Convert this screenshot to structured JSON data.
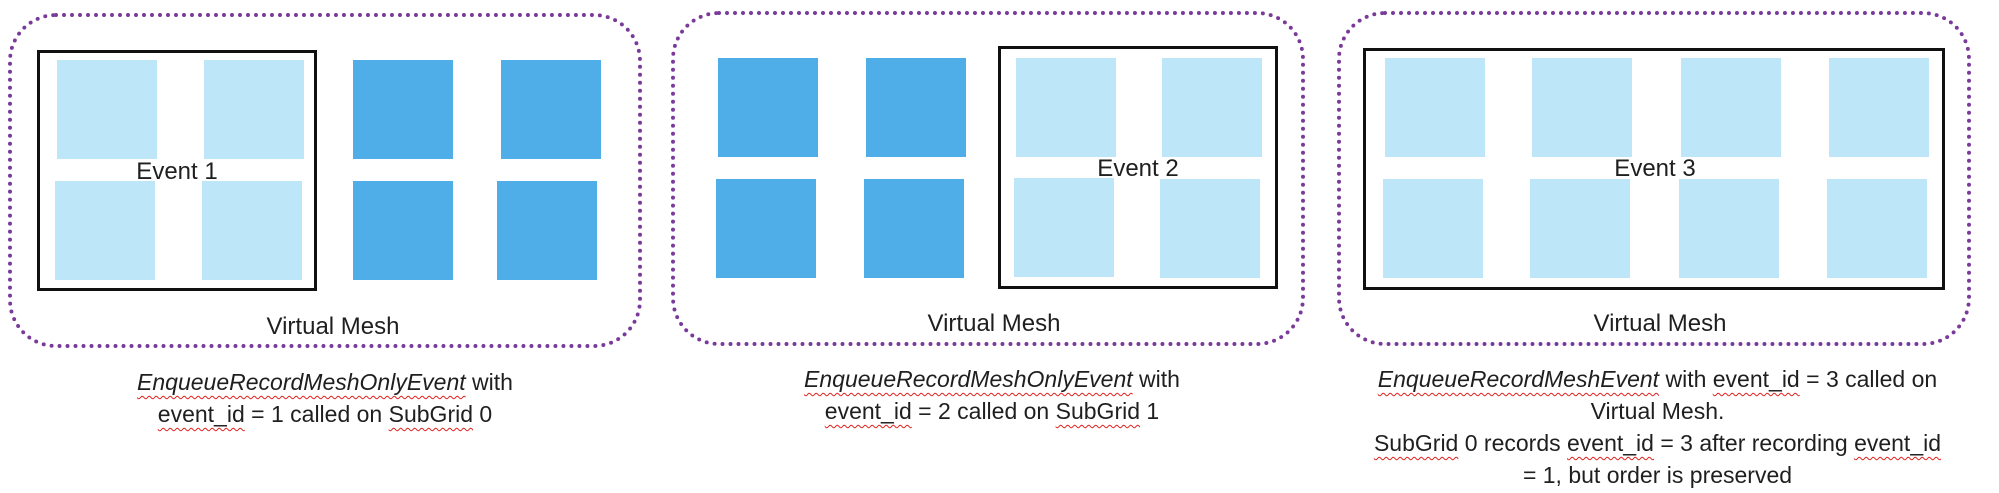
{
  "panels": [
    {
      "event_label": "Event 1",
      "mesh_label": "Virtual Mesh",
      "caption": {
        "line1_fn": "EnqueueRecordMeshOnlyEvent",
        "line1_rest": " with",
        "line2_a": "event_id",
        "line2_b": " = 1 called on ",
        "line2_c": "SubGrid",
        "line2_d": " 0"
      }
    },
    {
      "event_label": "Event 2",
      "mesh_label": "Virtual Mesh",
      "caption": {
        "line1_fn": "EnqueueRecordMeshOnlyEvent",
        "line1_rest": " with",
        "line2_a": "event_id",
        "line2_b": " = 2 called on ",
        "line2_c": "SubGrid",
        "line2_d": " 1"
      }
    },
    {
      "event_label": "Event 3",
      "mesh_label": "Virtual Mesh",
      "caption": {
        "line1_fn": "EnqueueRecordMeshEvent",
        "line1_mid": " with ",
        "line1_id": "event_id",
        "line1_rest": " = 3 called on",
        "line2": "Virtual Mesh.",
        "line3_a": "SubGrid",
        "line3_b": " 0 records ",
        "line3_c": "event_id",
        "line3_d": " = 3 after recording ",
        "line3_e": "event_id",
        "line4": "= 1, but order is preserved"
      }
    }
  ],
  "colors": {
    "highlighted_device": "#bde6f8",
    "idle_device": "#4fade8",
    "mesh_border": "#7a3a9a",
    "event_border": "#111111",
    "spellcheck_underline": "#e0201b"
  }
}
